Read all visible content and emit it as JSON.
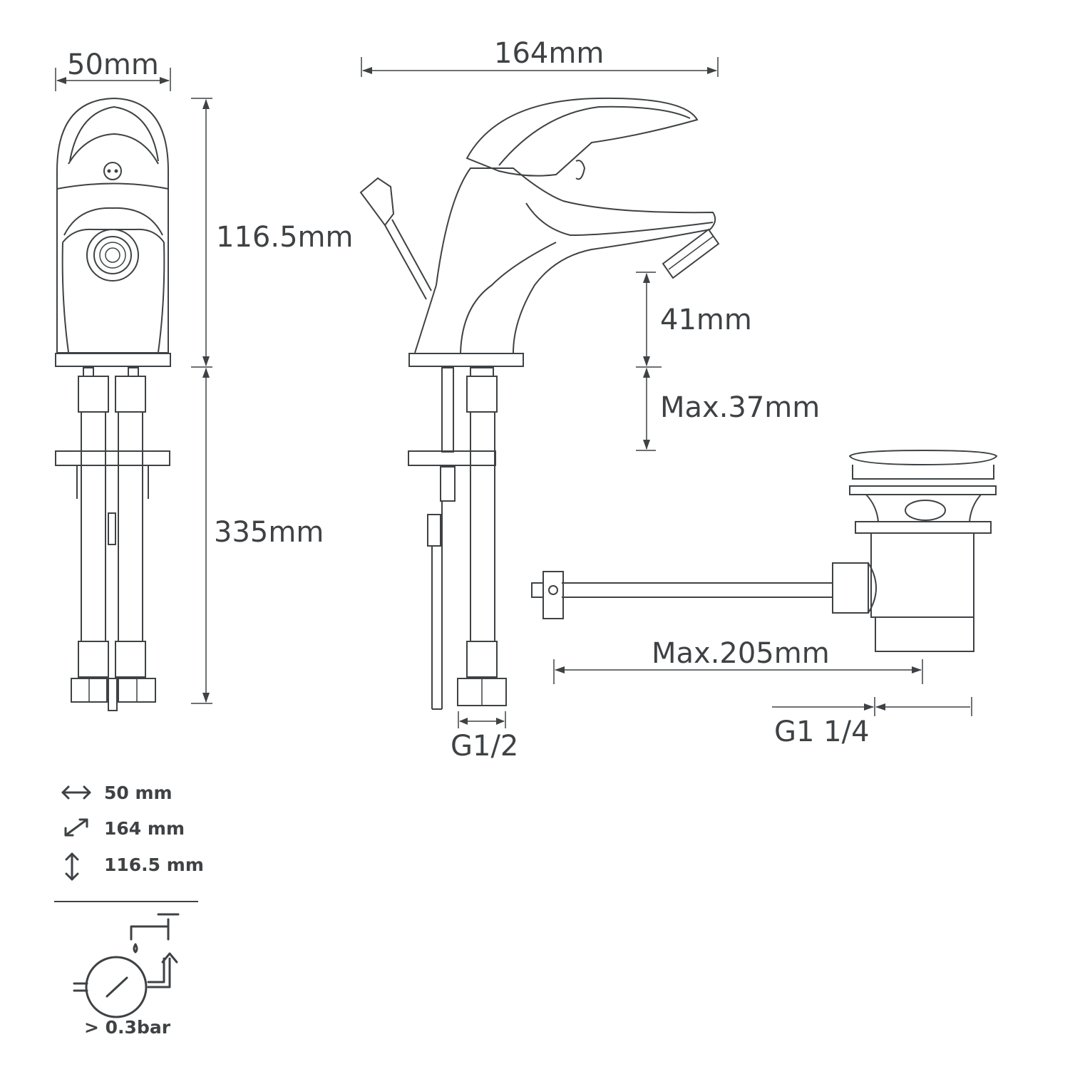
{
  "front_view": {
    "width_label": "50mm",
    "height_label": "116.5mm",
    "total_height_label": "335mm"
  },
  "side_view": {
    "length_label": "164mm",
    "spout_height_label": "41mm",
    "deck_label": "Max.37mm",
    "connection_label": "G1/2"
  },
  "waste": {
    "rod_label": "Max.205mm",
    "thread_label": "G1 1/4"
  },
  "legend": {
    "width": "50 mm",
    "depth": "164 mm",
    "height": "116.5 mm",
    "pressure": "> 0.3bar"
  }
}
